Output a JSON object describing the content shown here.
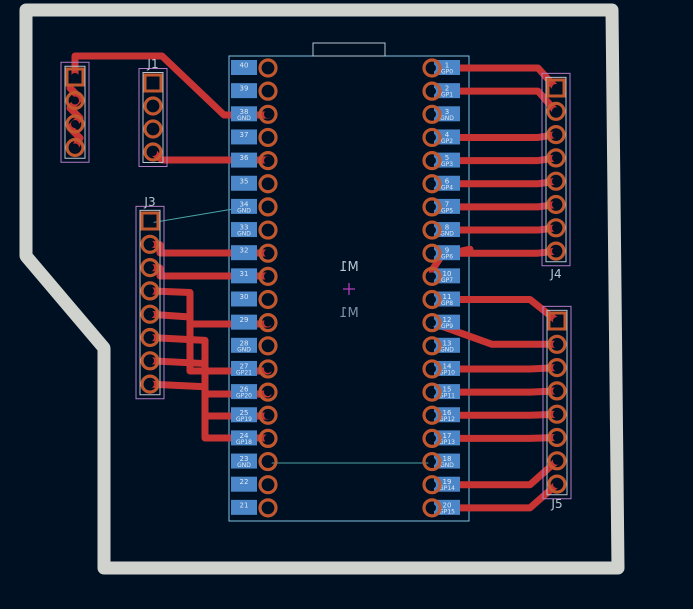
{
  "colors": {
    "background": "#001023",
    "edge_cuts": "#d0d2cd",
    "trace": "#c83434",
    "pad_ring": "#c2572e",
    "pad_hole": "#001023",
    "silk_outline": "#b27bc4",
    "module_outline": "#7ec3e0",
    "pad_label_bg": "#4a86c8",
    "pad_label_text": "#dfe9f5",
    "ratsnest": "#4aa3a3",
    "ref_text": "#b8c4d0",
    "cross": "#c040c0"
  },
  "connectors": [
    {
      "ref": "",
      "pins": 4
    },
    {
      "ref": "J1",
      "pins": 4
    },
    {
      "ref": "J3",
      "pins": 8
    },
    {
      "ref": "J4",
      "pins": 8
    },
    {
      "ref": "J5",
      "pins": 8
    }
  ],
  "module": {
    "ref": "M1",
    "ref_mirror": "M1",
    "left_pads": [
      {
        "num": "40",
        "name": ""
      },
      {
        "num": "39",
        "name": ""
      },
      {
        "num": "38",
        "name": "GND"
      },
      {
        "num": "37",
        "name": ""
      },
      {
        "num": "36",
        "name": ""
      },
      {
        "num": "35",
        "name": ""
      },
      {
        "num": "34",
        "name": "GND"
      },
      {
        "num": "33",
        "name": "GND"
      },
      {
        "num": "32",
        "name": ""
      },
      {
        "num": "31",
        "name": ""
      },
      {
        "num": "30",
        "name": ""
      },
      {
        "num": "29",
        "name": ""
      },
      {
        "num": "28",
        "name": "GND"
      },
      {
        "num": "27",
        "name": "GP21"
      },
      {
        "num": "26",
        "name": "GP20"
      },
      {
        "num": "25",
        "name": "GP19"
      },
      {
        "num": "24",
        "name": "GP18"
      },
      {
        "num": "23",
        "name": "GND"
      },
      {
        "num": "22",
        "name": ""
      },
      {
        "num": "21",
        "name": ""
      }
    ],
    "right_pads": [
      {
        "num": "1",
        "name": "GP0"
      },
      {
        "num": "2",
        "name": "GP1"
      },
      {
        "num": "3",
        "name": "GND"
      },
      {
        "num": "4",
        "name": "GP2"
      },
      {
        "num": "5",
        "name": "GP3"
      },
      {
        "num": "6",
        "name": "GP4"
      },
      {
        "num": "7",
        "name": "GP5"
      },
      {
        "num": "8",
        "name": "GND"
      },
      {
        "num": "9",
        "name": "GP6"
      },
      {
        "num": "10",
        "name": "GP7"
      },
      {
        "num": "11",
        "name": "GP8"
      },
      {
        "num": "12",
        "name": "GP9"
      },
      {
        "num": "13",
        "name": "GND"
      },
      {
        "num": "14",
        "name": "GP10"
      },
      {
        "num": "15",
        "name": "GP11"
      },
      {
        "num": "16",
        "name": "GP12"
      },
      {
        "num": "17",
        "name": "GP13"
      },
      {
        "num": "18",
        "name": "GND"
      },
      {
        "num": "19",
        "name": "GP14"
      },
      {
        "num": "20",
        "name": "GP15"
      }
    ]
  }
}
